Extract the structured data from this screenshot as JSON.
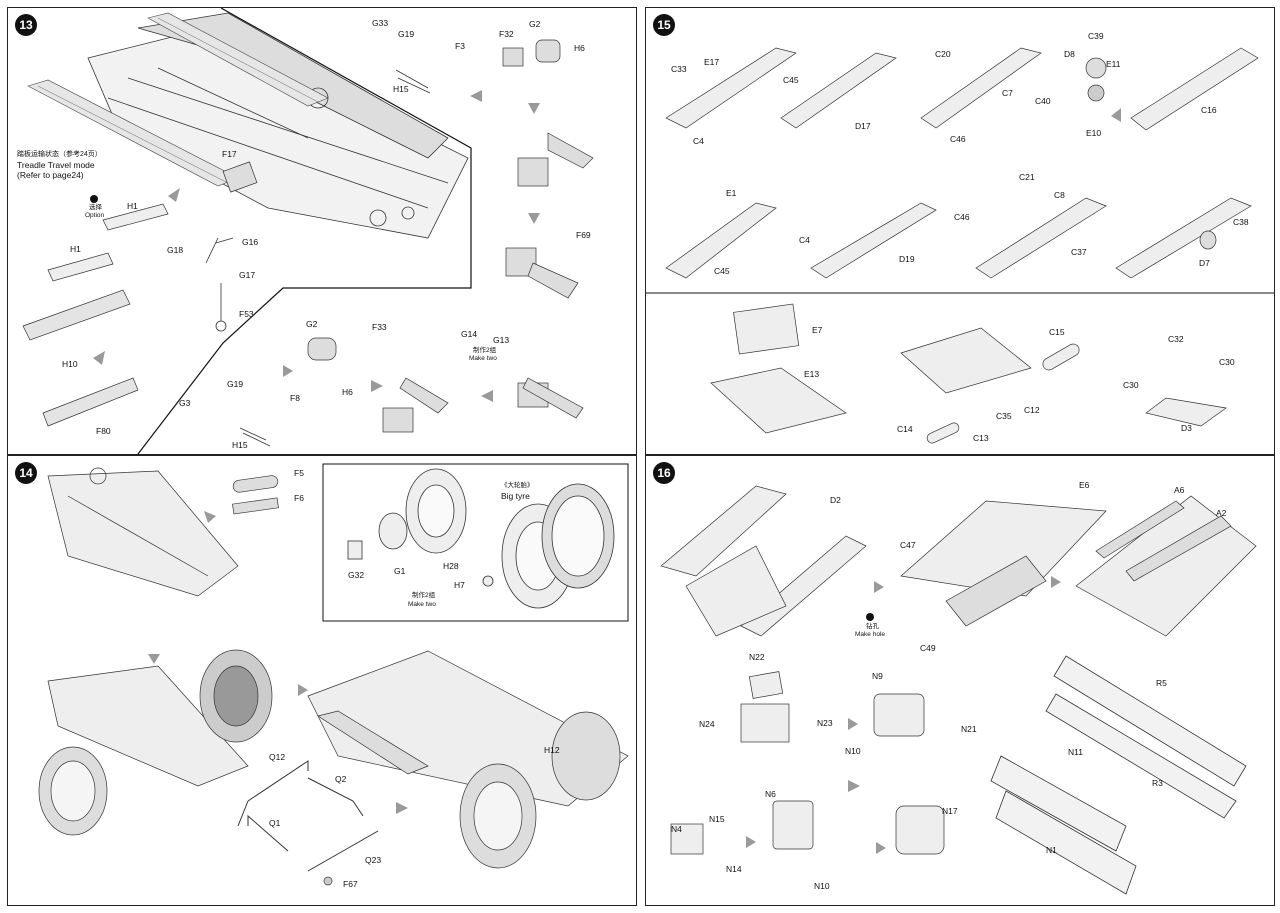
{
  "steps": {
    "s13": {
      "number": "13",
      "labels": {
        "G33": "G33",
        "G19a": "G19",
        "F3": "F3",
        "H15a": "H15",
        "F32": "F32",
        "G2a": "G2",
        "H6a": "H6",
        "F17": "F17",
        "H1a": "H1",
        "H1b": "H1",
        "G18": "G18",
        "G16": "G16",
        "G17": "G17",
        "F53": "F53",
        "F69": "F69",
        "H10": "H10",
        "F80": "F80",
        "G2b": "G2",
        "F33": "F33",
        "H6b": "H6",
        "G3": "G3",
        "G19b": "G19",
        "F8": "F8",
        "H15b": "H15",
        "G14": "G14",
        "G13": "G13"
      },
      "treadle_note": {
        "cn": "踏板运输状态（参考24页）",
        "line1": "Treadle Travel mode",
        "line2": "(Refer to page24)"
      },
      "option": {
        "cn": "选择",
        "en": "Option"
      },
      "make_two": {
        "cn": "制作2组",
        "en": "Make two"
      }
    },
    "s14": {
      "number": "14",
      "labels": {
        "F5": "F5",
        "F6": "F6",
        "G32": "G32",
        "G1": "G1",
        "H28": "H28",
        "H7": "H7",
        "H12": "H12",
        "Q12": "Q12",
        "Q2": "Q2",
        "Q1": "Q1",
        "Q23": "Q23",
        "F67": "F67"
      },
      "big_tyre": {
        "cn": "《大轮胎》",
        "en": "Big tyre"
      },
      "make_two": {
        "cn": "制作2组",
        "en": "Make two"
      }
    },
    "s15": {
      "number": "15",
      "labels": {
        "C33": "C33",
        "E17": "E17",
        "C45a": "C45",
        "C4a": "C4",
        "D17": "D17",
        "C20": "C20",
        "C7": "C7",
        "C46a": "C46",
        "D8": "D8",
        "C39": "C39",
        "E11": "E11",
        "C40": "C40",
        "E10": "E10",
        "C16": "C16",
        "E1": "E1",
        "C4b": "C4",
        "C45b": "C45",
        "D19": "D19",
        "C46b": "C46",
        "C21": "C21",
        "C8": "C8",
        "C37": "C37",
        "C38": "C38",
        "D7": "D7",
        "E7": "E7",
        "E13": "E13",
        "C15": "C15",
        "C35": "C35",
        "C12": "C12",
        "C14": "C14",
        "C13": "C13",
        "C32": "C32",
        "C30a": "C30",
        "C30b": "C30",
        "D3": "D3"
      }
    },
    "s16": {
      "number": "16",
      "labels": {
        "D2": "D2",
        "E6": "E6",
        "A6": "A6",
        "A2": "A2",
        "C47": "C47",
        "C49": "C49",
        "N22": "N22",
        "N24": "N24",
        "N23": "N23",
        "N9": "N9",
        "N21": "N21",
        "N10a": "N10",
        "R5": "R5",
        "R3": "R3",
        "N11": "N11",
        "N1": "N1",
        "N6": "N6",
        "N15": "N15",
        "N4": "N4",
        "N14": "N14",
        "N10b": "N10",
        "N17": "N17"
      },
      "make_hole": {
        "cn": "钻孔",
        "en": "Make hole"
      }
    }
  }
}
